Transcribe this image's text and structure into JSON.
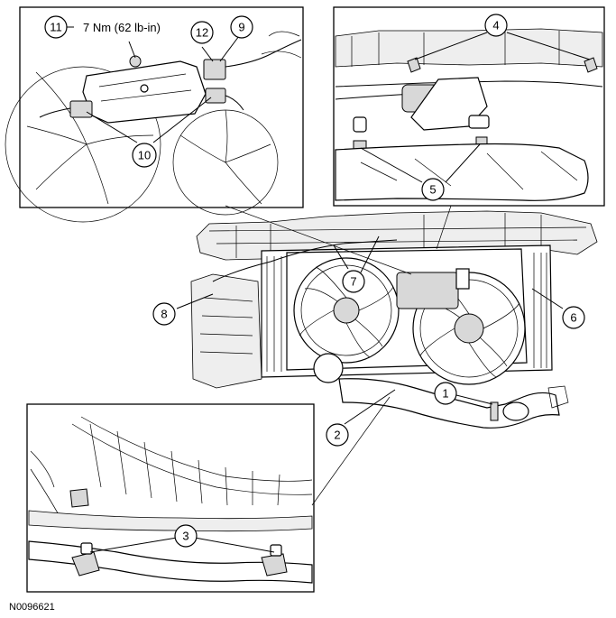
{
  "figure_id": "N0096621",
  "torque_spec": "7 Nm (62 lb-in)",
  "callouts": {
    "c1": "1",
    "c2": "2",
    "c3": "3",
    "c4": "4",
    "c5": "5",
    "c6": "6",
    "c7": "7",
    "c8": "8",
    "c9": "9",
    "c10": "10",
    "c11": "11",
    "c12": "12"
  },
  "colors": {
    "line": "#000000",
    "background": "#ffffff",
    "shade": "#d8d8d8"
  }
}
